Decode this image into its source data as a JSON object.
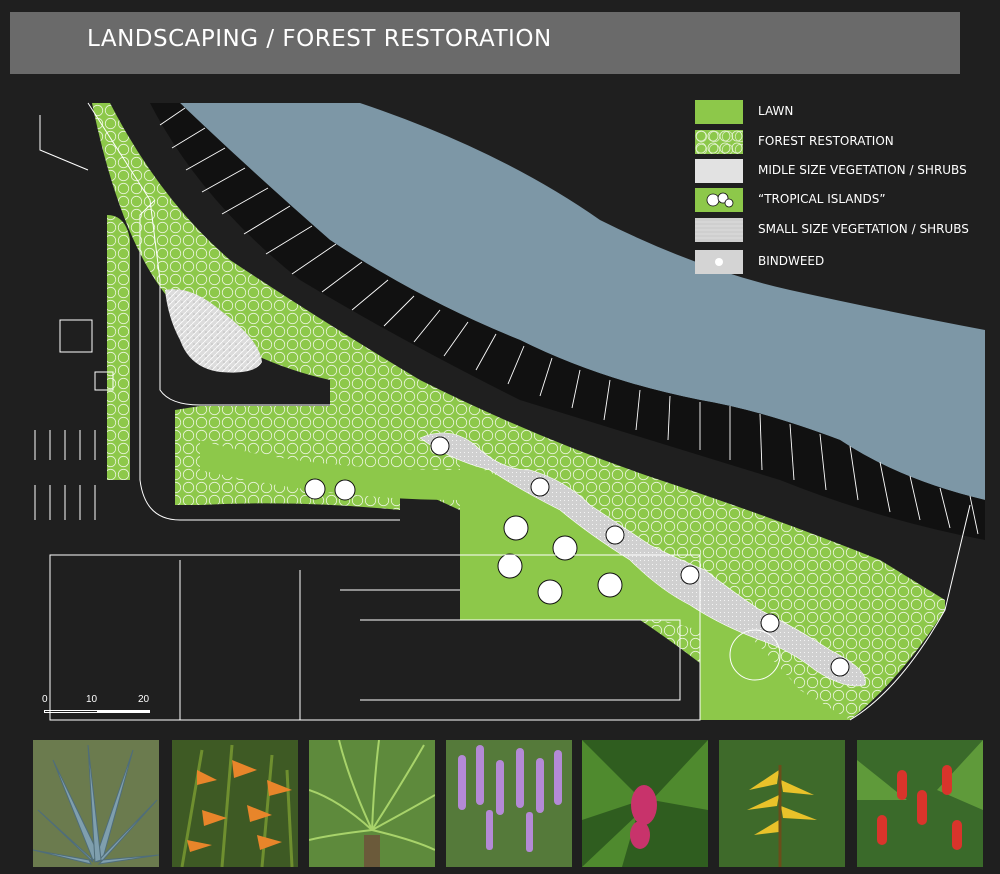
{
  "header": {
    "title": "LANDSCAPING / FOREST RESTORATION"
  },
  "legend": {
    "items": [
      {
        "label": "LAWN",
        "icon": "lawn-swatch"
      },
      {
        "label": "FOREST RESTORATION",
        "icon": "forest-restoration-swatch"
      },
      {
        "label": "MIDLE SIZE VEGETATION / SHRUBS",
        "icon": "midsize-vegetation-swatch"
      },
      {
        "label": "“TROPICAL ISLANDS”",
        "icon": "tropical-islands-swatch"
      },
      {
        "label": "SMALL SIZE VEGETATION / SHRUBS",
        "icon": "small-vegetation-swatch"
      },
      {
        "label": "BINDWEED",
        "icon": "bindweed-swatch"
      }
    ]
  },
  "scale": {
    "labels": [
      "0",
      "10",
      "20"
    ]
  },
  "colors": {
    "lawn": "#8dc84a",
    "water": "#7d97a6",
    "background": "#1f1f1f",
    "title_bar": "#6a6a6a",
    "shrub": "#d8d8d8"
  },
  "photos": [
    {
      "icon": "agave-photo"
    },
    {
      "icon": "heliconia-orange-photo"
    },
    {
      "icon": "cycad-palm-photo"
    },
    {
      "icon": "liatris-purple-flower-photo"
    },
    {
      "icon": "banana-pink-flower-photo"
    },
    {
      "icon": "heliconia-yellow-photo"
    },
    {
      "icon": "red-ginger-photo"
    }
  ]
}
